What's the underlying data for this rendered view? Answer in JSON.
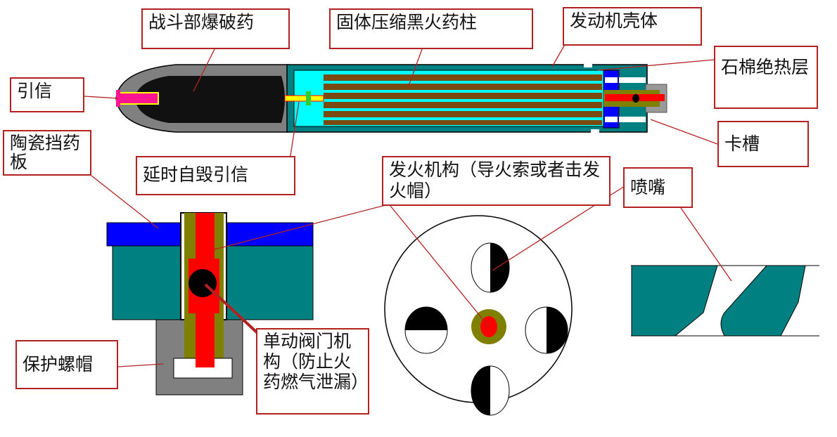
{
  "labels": {
    "warhead_explosive": "战斗部爆破药",
    "solid_powder_grain": "固体压缩黑火药柱",
    "motor_casing": "发动机壳体",
    "asbestos_insulation": "石棉绝热层",
    "fuze": "引信",
    "ceramic_retainer_plate": "陶瓷挡药板",
    "delay_self_destruct_fuze": "延时自毁引信",
    "groove": "卡槽",
    "ignition_mechanism": "发火机构（导火索或者击发火帽）",
    "nozzle": "喷嘴",
    "protective_cap": "保护螺帽",
    "check_valve": "单动阀门机构（防止火药燃气泄漏）"
  },
  "colors": {
    "teal": "#008080",
    "cyan": "#00ffff",
    "gray": "#808080",
    "brown": "#7a4a10",
    "blue": "#0000ff",
    "red": "#ff0000",
    "olive": "#808000",
    "leader": "#b22222"
  }
}
